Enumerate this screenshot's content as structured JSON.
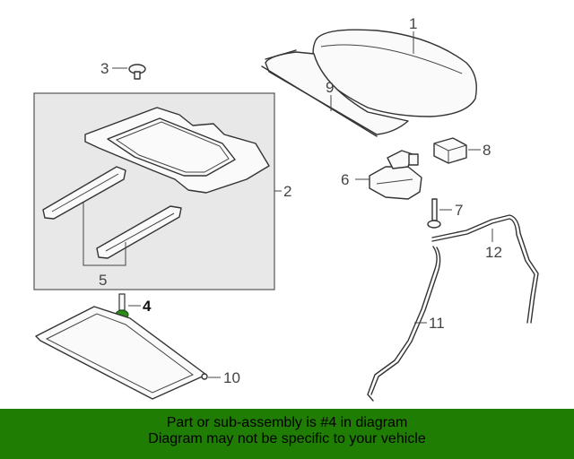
{
  "callouts": [
    {
      "id": "1",
      "label": "1"
    },
    {
      "id": "2",
      "label": "2"
    },
    {
      "id": "3",
      "label": "3"
    },
    {
      "id": "4",
      "label": "4",
      "highlighted": true
    },
    {
      "id": "5",
      "label": "5"
    },
    {
      "id": "6",
      "label": "6"
    },
    {
      "id": "7",
      "label": "7"
    },
    {
      "id": "8",
      "label": "8"
    },
    {
      "id": "9",
      "label": "9"
    },
    {
      "id": "10",
      "label": "10"
    },
    {
      "id": "11",
      "label": "11"
    },
    {
      "id": "12",
      "label": "12"
    }
  ],
  "banner": {
    "line1": "Part or sub-assembly is #4 in diagram",
    "line2": "Diagram may not be specific to your vehicle"
  },
  "colors": {
    "banner_bg": "#1f7d04",
    "highlight_part": "#2e8b1a",
    "frame_box": "#e8e8e8"
  }
}
